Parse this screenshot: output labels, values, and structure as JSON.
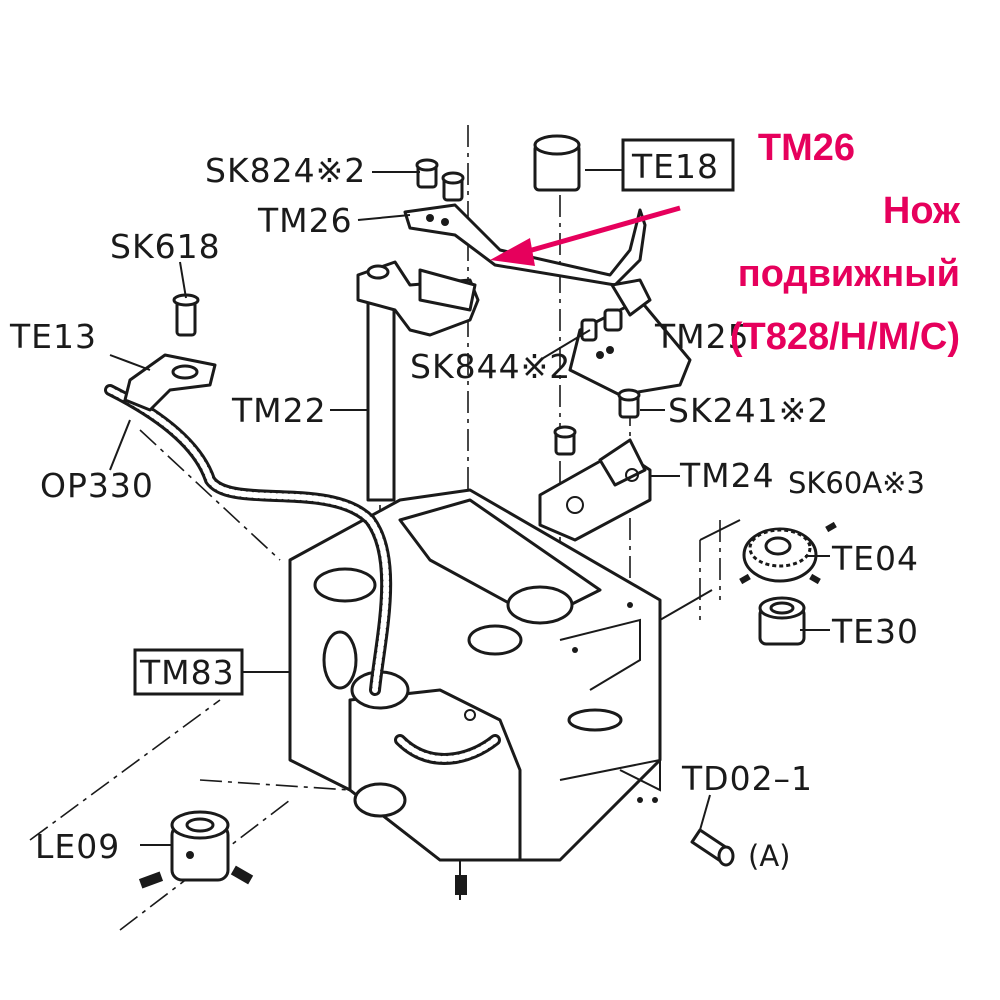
{
  "labels": {
    "sk824": "SK824※2",
    "tm26": "TM26",
    "te18": "TE18",
    "sk618": "SK618",
    "te13": "TE13",
    "tm25": "TM25",
    "sk844": "SK844※2",
    "tm22": "TM22",
    "sk241": "SK241※2",
    "op330": "OP330",
    "tm24": "TM24",
    "sk60a": "SK60A※3",
    "te04": "TE04",
    "te30": "TE30",
    "tm83": "TM83",
    "td02": "TD02–1",
    "a_marker": "(A)",
    "le09": "LE09"
  },
  "annotation": {
    "code": "TM26",
    "line1": "Нож",
    "line2": "подвижный",
    "line3": "(T828/H/M/C)",
    "color": "#e6005c"
  }
}
